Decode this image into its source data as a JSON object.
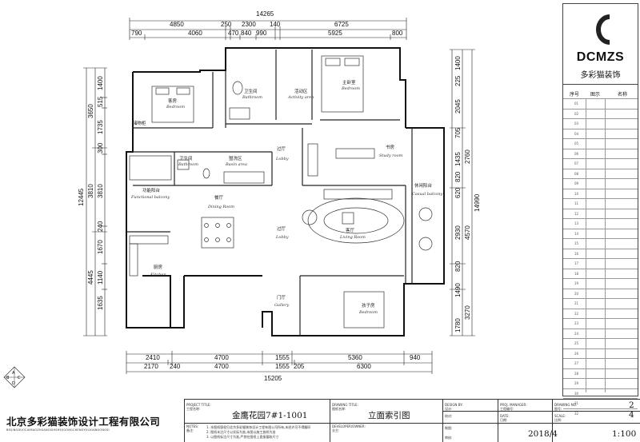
{
  "dimensions": {
    "top_total": "14265",
    "top_row1": [
      "4850",
      "250",
      "2300",
      "140",
      "6725"
    ],
    "top_row2": [
      "790",
      "4060",
      "470",
      "840",
      "990",
      "5925",
      "800"
    ],
    "bottom_row1": [
      "2410",
      "4700",
      "1555",
      "5360",
      "940"
    ],
    "bottom_row2": [
      "2170",
      "240",
      "4700",
      "1555",
      "205",
      "6300"
    ],
    "bottom_total": "15205",
    "left_outer": "12445",
    "left_inner1": [
      "1400",
      "515",
      "1735",
      "300",
      "3810",
      "240",
      "1670",
      "1140",
      "1635"
    ],
    "left_inner2": [
      "3650",
      "3810",
      "4445"
    ],
    "right_inner1": [
      "1400",
      "225",
      "2045",
      "705",
      "1435",
      "820",
      "620",
      "4570",
      "820",
      "1490",
      "1780"
    ],
    "right_inner2": [
      "2760",
      "2930",
      "3270"
    ],
    "right_outer": "14990"
  },
  "rooms": [
    {
      "cn": "客房",
      "en": "Bedroom"
    },
    {
      "cn": "卫生间",
      "en": "Bathroom"
    },
    {
      "cn": "活动区",
      "en": "Activity area"
    },
    {
      "cn": "主卧室",
      "en": "Bedroom"
    },
    {
      "cn": "储物柜",
      "en": ""
    },
    {
      "cn": "卫生间",
      "en": "Bathroom"
    },
    {
      "cn": "盥洗区",
      "en": "Basin area"
    },
    {
      "cn": "过厅",
      "en": "Lobby"
    },
    {
      "cn": "书房",
      "en": "Study room"
    },
    {
      "cn": "功能阳台",
      "en": "Functional balcony"
    },
    {
      "cn": "餐厅",
      "en": "Dining Room"
    },
    {
      "cn": "休闲阳台",
      "en": "Casual balcony"
    },
    {
      "cn": "客厅",
      "en": "Living Room"
    },
    {
      "cn": "过厅",
      "en": "Lobby"
    },
    {
      "cn": "厨房",
      "en": "Kitchen"
    },
    {
      "cn": "门厅",
      "en": "Gallery"
    },
    {
      "cn": "孩子房",
      "en": "Bedroom"
    }
  ],
  "logo": {
    "brand": "DCMZS",
    "brand_cn": "多彩猫装饰",
    "letter": "C"
  },
  "index_table": {
    "headers": [
      "序号",
      "图示",
      "名称"
    ],
    "rows": [
      "01",
      "02",
      "03",
      "04",
      "05",
      "06",
      "07",
      "08",
      "09",
      "10",
      "11",
      "12",
      "13",
      "14",
      "15",
      "16",
      "17",
      "18",
      "19",
      "20",
      "21",
      "22",
      "23",
      "24",
      "25",
      "26",
      "27",
      "28",
      "29",
      "30",
      "31",
      "32"
    ]
  },
  "corner_mark": {
    "letters": [
      "A",
      "B",
      "C",
      "D"
    ]
  },
  "title_block": {
    "company": "北京多彩猫装饰设计工程有限公司",
    "company_en": "BEIJINGDUOCAIMAOZHUANGSHISHEJIGONGCHENGYOUXIANGONGSI",
    "project_label_en": "PROJECT TITLE:",
    "project_label_cn": "工程名称:",
    "project_name": "金鹰花园7#1-1001",
    "drawing_label_en": "DRAWING TITLE:",
    "drawing_label_cn": "图纸名称:",
    "drawing_name": "立面索引图",
    "design_label_en": "DESIGN BY:",
    "design_label_cn": "设计:",
    "proj_manager_en": "PROJ. MANAGER:",
    "proj_manager_cn": "工程编号:",
    "date_en": "DATE:",
    "date_cn": "日期:",
    "date_value": "2018/4",
    "scale_en": "SCALE:",
    "scale_cn": "比例:",
    "scale_value": "1:100",
    "drawing_no_en": "DRAWING NO.",
    "drawing_no_cn": "图号:",
    "sheet_no": "2",
    "sheet_total": "4",
    "notes_label_en": "NOTES:",
    "notes_label_cn": "备注:",
    "notes": [
      "1. 本图纸版权归北京多彩猫装饰设计工程有限公司所有,未经许可不得翻印",
      "2. 图纸未注尺寸以实际为准,本图以施工放样为准",
      "3. 以图纸标注尺寸为准,严禁在图纸上直接量取尺寸"
    ],
    "developer_en": "DEVELOPER/OWNER:",
    "developer_cn": "业主:",
    "checker_cn": "校对:",
    "drawer_cn": "制图:",
    "approver_cn": "审核:"
  }
}
